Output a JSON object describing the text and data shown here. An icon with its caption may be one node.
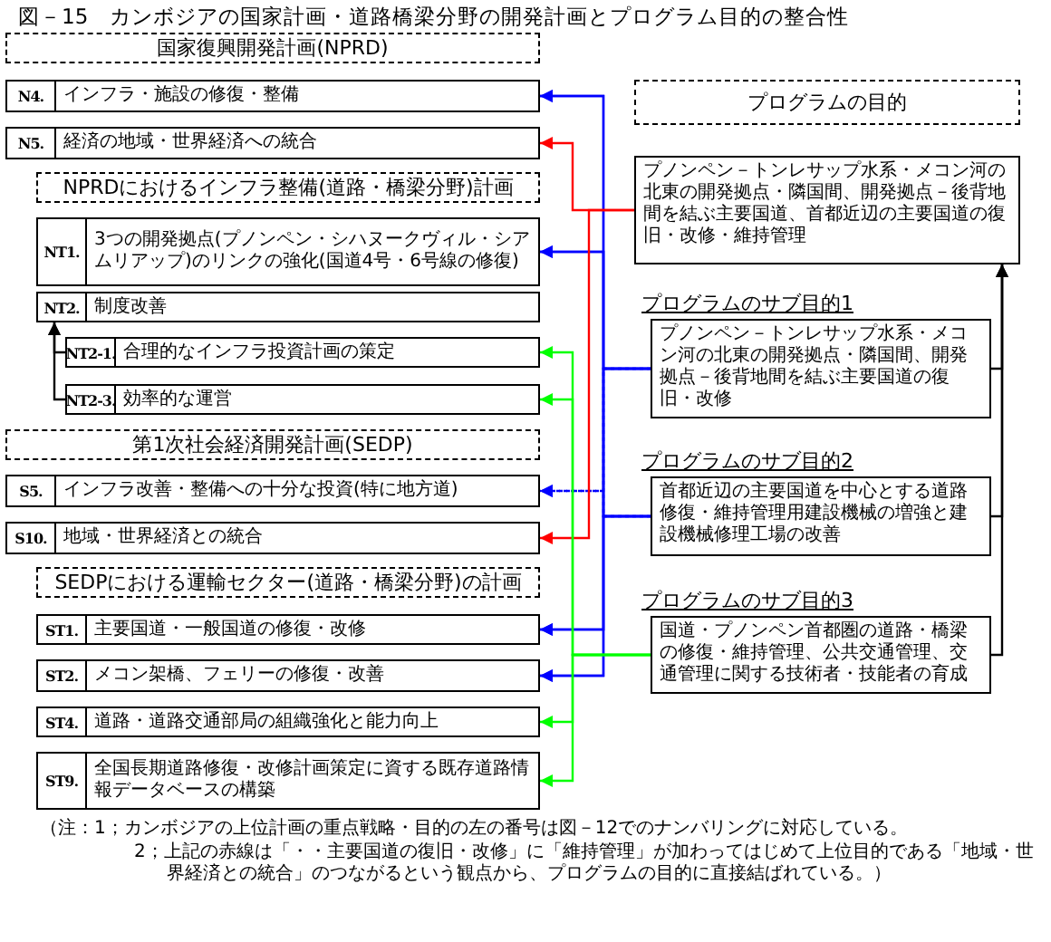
{
  "diagram": {
    "title": "図－15　カンボジアの国家計画・道路橋梁分野の開発計画とプログラム目的の整合性",
    "nodes": [
      {
        "text": [
          "国家復興開発計画(NPRD)"
        ]
      },
      {
        "text": [
          "N4.",
          "インフラ・施設の修復・整備"
        ]
      },
      {
        "text": [
          "N5.",
          "経済の地域・世界経済への統合"
        ]
      },
      {
        "text": [
          "NPRDにおけるインフラ整備(道路・橋梁分野)計画"
        ]
      },
      {
        "text": [
          "NT1.",
          "3つの開発拠点(プノンペン・シハヌークヴィル・シアムリアップ)のリンクの強化(国道4号・6号線の修復)"
        ]
      },
      {
        "text": [
          "NT2.",
          "制度改善"
        ]
      },
      {
        "text": [
          "NT2-1.",
          "合理的なインフラ投資計画の策定"
        ]
      },
      {
        "text": [
          "NT2-3.",
          "効率的な運営"
        ]
      },
      {
        "text": [
          "第1次社会経済開発計画(SEDP)"
        ]
      },
      {
        "text": [
          "S5.",
          "インフラ改善・整備への十分な投資(特に地方道)"
        ]
      },
      {
        "text": [
          "S10.",
          "地域・世界経済との統合"
        ]
      },
      {
        "text": [
          "SEDPにおける運輸セクター(道路・橋梁分野)の計画"
        ]
      },
      {
        "text": [
          "ST1.",
          "主要国道・一般国道の修復・改修"
        ]
      },
      {
        "text": [
          "ST2.",
          "メコン架橋、フェリーの修復・改善"
        ]
      },
      {
        "text": [
          "ST4.",
          "道路・道路交通部局の組織強化と能力向上"
        ]
      },
      {
        "text": [
          "ST9.",
          "全国長期道路修復・改修計画策定に資する既存道路情報データベースの構築"
        ]
      },
      {
        "text": [
          "プログラムの目的"
        ]
      },
      {
        "text": [
          "プノンペン－トンレサップ水系・メコン河の北東の開発拠点・隣国間、開発拠点－後背地間を結ぶ主要国道、首都近辺の主要国道の復旧・改修・維持管理"
        ]
      },
      {
        "text": [
          "プノンペン－トンレサップ水系・メコン河の北東の開発拠点・隣国間、開発拠点－後背地間を結ぶ主要国道の復旧・改修"
        ],
        "beside": [
          "プログラムのサブ目的1"
        ]
      },
      {
        "text": [
          "首都近辺の主要国道を中心とする道路修復・維持管理用建設機械の増強と建設機械修理工場の改善"
        ],
        "beside": [
          "プログラムのサブ目的2"
        ]
      },
      {
        "text": [
          "国道・プノンペン首都圏の道路・橋梁の修復・維持管理、公共交通管理、交通管理に関する技術者・技能者の育成"
        ],
        "beside": [
          "プログラムのサブ目的3"
        ]
      }
    ],
    "edges": [
      {
        "from": 18,
        "to": 1,
        "arrow": "to",
        "color": "#0000ff"
      },
      {
        "from": 19,
        "to": 1,
        "arrow": "to",
        "color": "#0000ff"
      },
      {
        "from": 18,
        "to": 4,
        "arrow": "to",
        "color": "#0000ff"
      },
      {
        "from": 19,
        "to": 4,
        "arrow": "to",
        "color": "#0000ff"
      },
      {
        "from": 18,
        "to": 9,
        "arrow": "to",
        "style": "dashed",
        "color": "#0000ff"
      },
      {
        "from": 19,
        "to": 9,
        "arrow": "to",
        "style": "dashed",
        "color": "#0000ff"
      },
      {
        "from": 18,
        "to": 12,
        "arrow": "to",
        "color": "#0000ff"
      },
      {
        "from": 19,
        "to": 12,
        "arrow": "to",
        "color": "#0000ff"
      },
      {
        "from": 18,
        "to": 13,
        "arrow": "to",
        "color": "#0000ff"
      },
      {
        "from": 19,
        "to": 13,
        "arrow": "to",
        "color": "#0000ff"
      },
      {
        "from": 17,
        "to": 2,
        "arrow": "to",
        "color": "#ff0000"
      },
      {
        "from": 17,
        "to": 10,
        "arrow": "to",
        "color": "#ff0000"
      },
      {
        "from": 20,
        "to": 6,
        "arrow": "to",
        "color": "#00ff00"
      },
      {
        "from": 20,
        "to": 7,
        "arrow": "to",
        "color": "#00ff00"
      },
      {
        "from": 20,
        "to": 14,
        "arrow": "to",
        "color": "#00ff00"
      },
      {
        "from": 20,
        "to": 15,
        "arrow": "to",
        "color": "#00ff00"
      },
      {
        "from": 18,
        "to": 17,
        "arrow": "to",
        "color": "#000000"
      },
      {
        "from": 19,
        "to": 17,
        "arrow": "to",
        "color": "#000000"
      },
      {
        "from": 20,
        "to": 17,
        "arrow": "to",
        "color": "#000000"
      },
      {
        "from": 6,
        "to": 5,
        "arrow": "to",
        "color": "#000000"
      },
      {
        "from": 7,
        "to": 5,
        "arrow": "to",
        "color": "#000000"
      }
    ],
    "labels": [
      "（注：1；カンボジアの上位計画の重点戦略・目的の左の番号は図－12でのナンバリングに対応している。",
      "2；上記の赤線は「・・主要国道の復旧・改修」に「維持管理」が加わってはじめて上位目的である「地域・世界経済との統合」のつながるという観点から、プログラムの目的に直接結ばれている。）"
    ]
  }
}
